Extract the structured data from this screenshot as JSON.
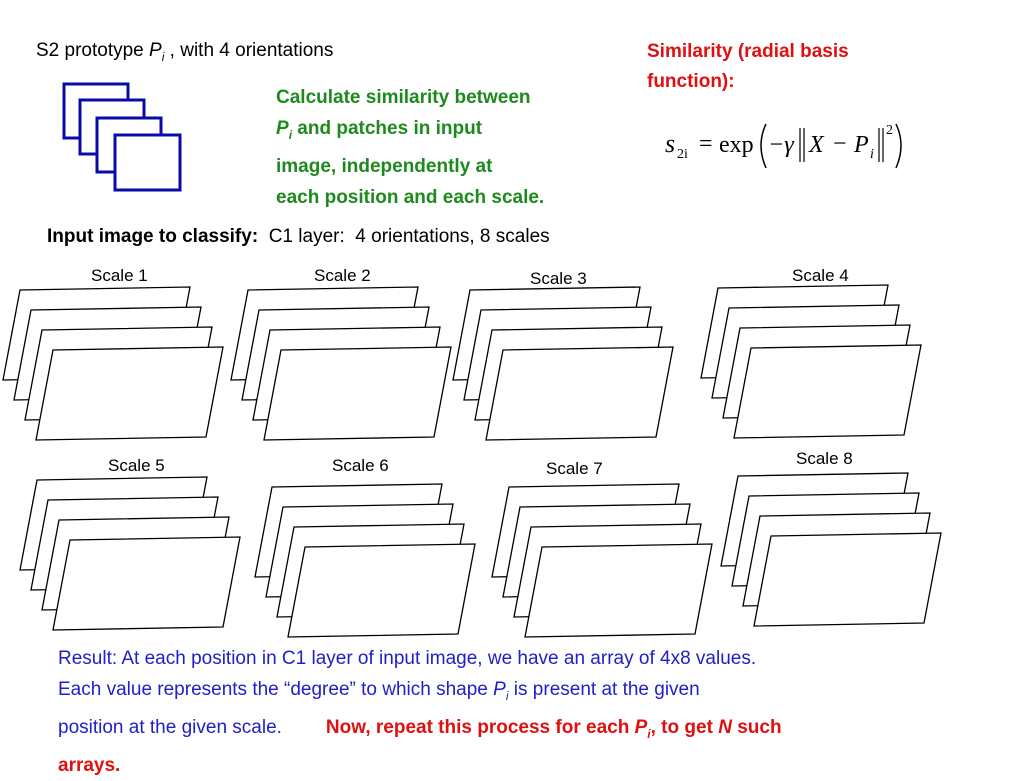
{
  "prototype": {
    "title_prefix": "S2 prototype ",
    "title_var": "P",
    "title_sub": "i",
    "title_suffix": " , with 4 orientations"
  },
  "calculate": {
    "line1": "Calculate similarity between",
    "line2_var": "P",
    "line2_sub": "i",
    "line2_rest": " and patches in input",
    "line3": "image, independently at",
    "line4": "each position and each scale."
  },
  "similarity": {
    "line1": "Similarity (radial basis",
    "line2": "function):"
  },
  "formula": {
    "s": "s",
    "s_sub": "2i",
    "equals": "=",
    "exp": "exp",
    "minus_gamma": "−γ",
    "x": "X",
    "minus": "−",
    "p": "P",
    "p_sub": "i",
    "power": "2"
  },
  "input": {
    "bold_label": "Input image to classify:",
    "rest": "  C1 layer:  4 orientations, 8 scales"
  },
  "scales": [
    {
      "label": "Scale 1"
    },
    {
      "label": "Scale 2"
    },
    {
      "label": "Scale 3"
    },
    {
      "label": "Scale 4"
    },
    {
      "label": "Scale 5"
    },
    {
      "label": "Scale 6"
    },
    {
      "label": "Scale 7"
    },
    {
      "label": "Scale 8"
    }
  ],
  "result": {
    "line1": "Result:  At each position in C1 layer of input image, we have an array of 4x8 values.",
    "line2_pre": "Each value represents the “degree” to which shape ",
    "line2_var": "P",
    "line2_sub": "i",
    "line2_post": " is present at the given",
    "line3": "position at the given scale.",
    "red_pre": "Now, repeat this process for each ",
    "red_var": "P",
    "red_sub": "i",
    "red_mid": ", to get ",
    "red_n": "N",
    "red_post": " such",
    "line4": "arrays."
  },
  "colors": {
    "prototype_stroke": "#0a0aa8",
    "green_text": "#1e8a1e",
    "red_text": "#e01010",
    "blue_text": "#2020c8"
  }
}
